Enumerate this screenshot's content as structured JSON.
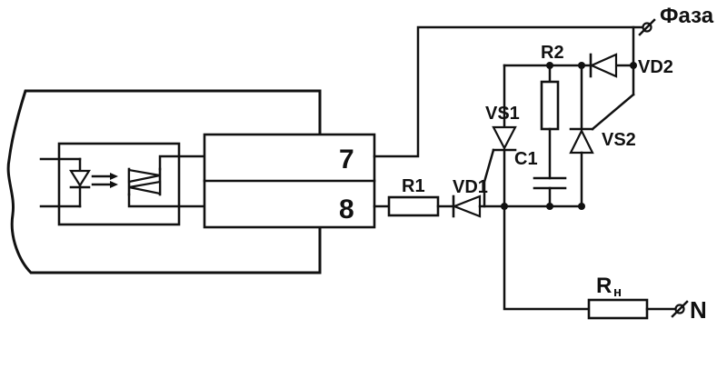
{
  "diagram": {
    "type": "circuit-schematic",
    "colors": {
      "line": "#111111",
      "background": "#ffffff"
    }
  },
  "nets": {
    "phase": "Фаза",
    "neutral": "N"
  },
  "device": {
    "terminals": [
      {
        "number": "7"
      },
      {
        "number": "8"
      }
    ]
  },
  "components": {
    "r1": "R1",
    "r2": "R2",
    "c1": "C1",
    "vd1": "VD1",
    "vd2": "VD2",
    "vs1": "VS1",
    "vs2": "VS2",
    "load_main": "R",
    "load_sub": "н"
  }
}
